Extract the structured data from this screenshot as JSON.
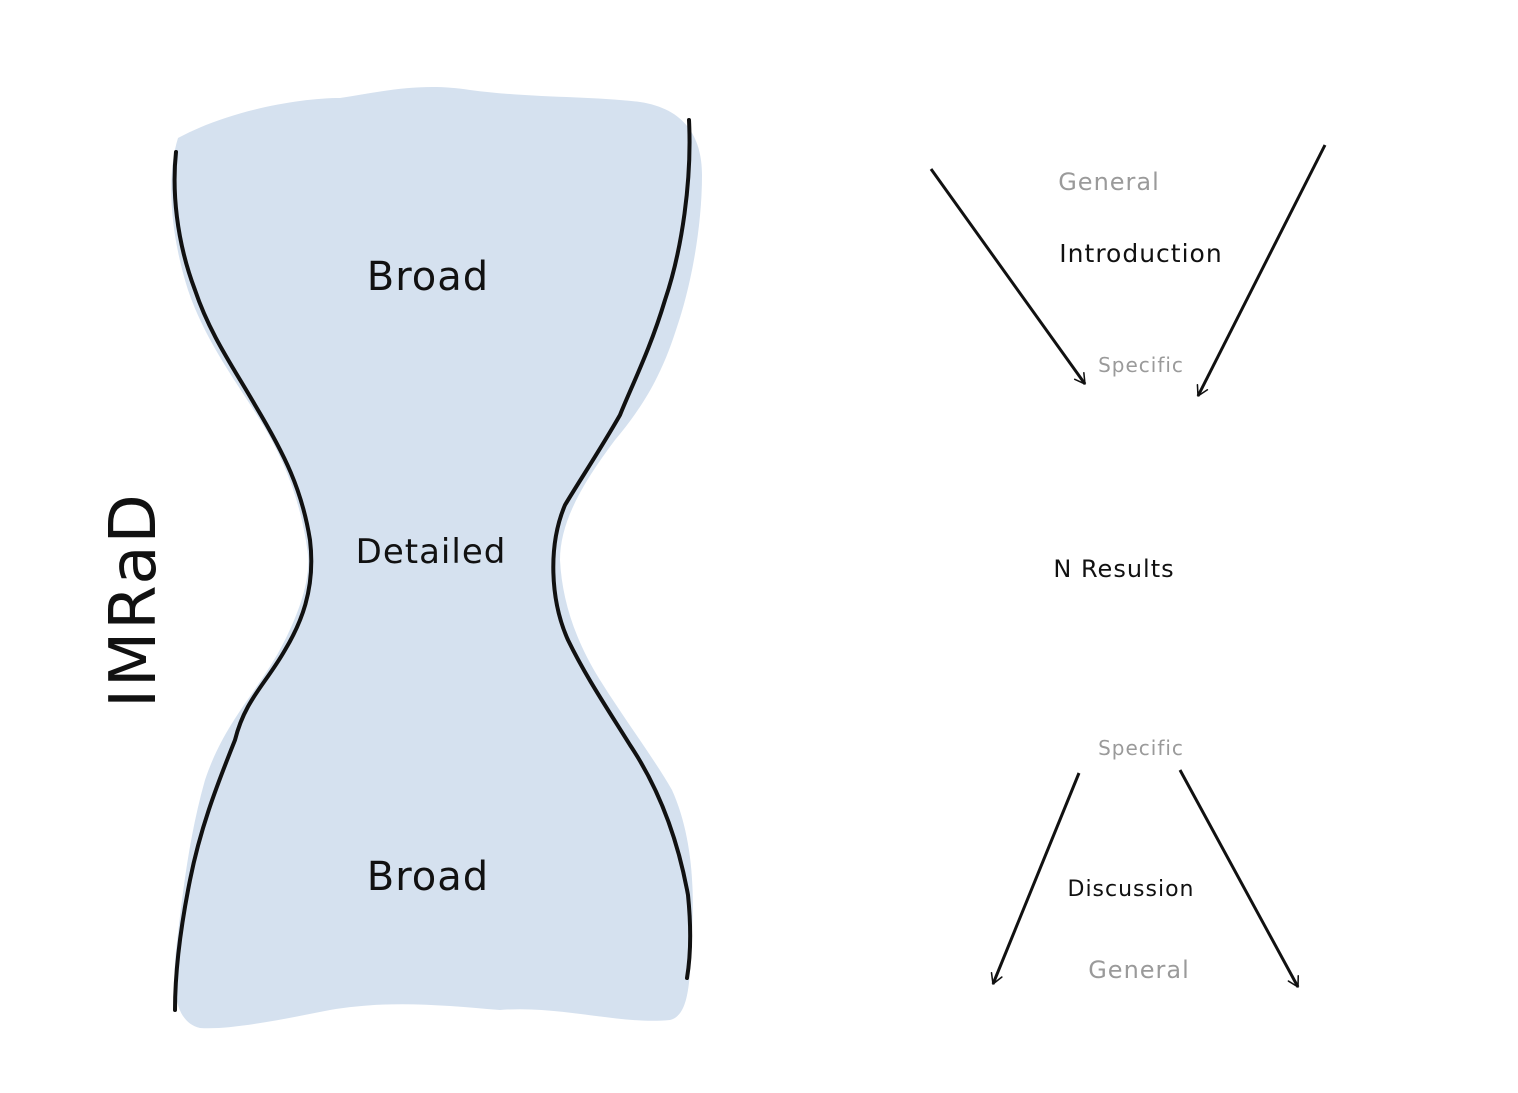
{
  "diagram": {
    "vertical_title": "IMRaD",
    "hourglass": {
      "fill_color": "#d5e1ef",
      "outline_color": "#111111",
      "top_label": "Broad",
      "middle_label": "Detailed",
      "bottom_label": "Broad"
    },
    "right_flow": {
      "arrow_color": "#111111",
      "secondary_text_color": "#9a9a9a",
      "top_general": "General",
      "introduction": "Introduction",
      "top_specific": "Specific",
      "results": "N Results",
      "bottom_specific": "Specific",
      "discussion": "Discussion",
      "bottom_general": "General"
    }
  }
}
